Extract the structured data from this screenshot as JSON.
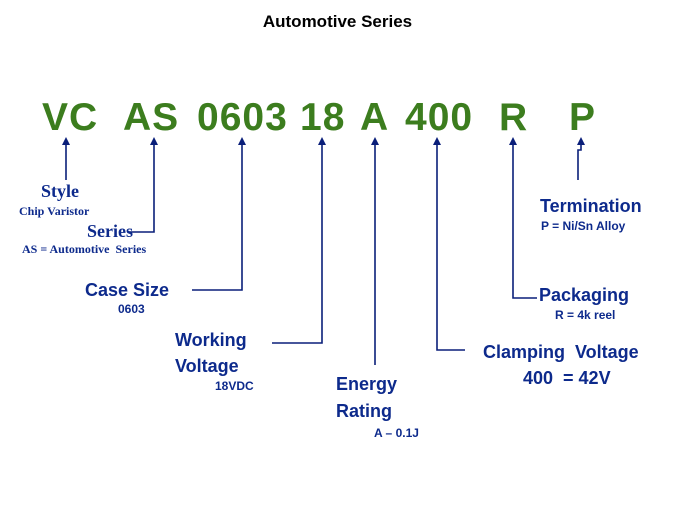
{
  "title": "Automotive Series",
  "code": {
    "vc": "VC",
    "as": "AS",
    "size": "0603",
    "voltage": "18",
    "energy": "A",
    "clamp": "400",
    "packaging": "R",
    "termination": "P"
  },
  "labels": {
    "style_title": "Style",
    "style_value": "Chip Varistor",
    "series_title": "Series",
    "series_value": "AS = Automotive  Series",
    "case_title": "Case Size",
    "case_value": "0603",
    "working_line1": "Working",
    "working_line2": "Voltage",
    "working_value": "18VDC",
    "energy_line1": "Energy",
    "energy_line2": "Rating",
    "energy_value": "A – 0.1J",
    "clamp_title": "Clamping  Voltage",
    "clamp_value": "400  = 42V",
    "packaging_title": "Packaging",
    "packaging_value": "R = 4k reel",
    "termination_title": "Termination",
    "termination_value": "P = Ni/Sn Alloy"
  },
  "colors": {
    "code_green": "#3c7d1e",
    "label_blue": "#0d2a8c",
    "line_blue": "#0a1f7a"
  }
}
